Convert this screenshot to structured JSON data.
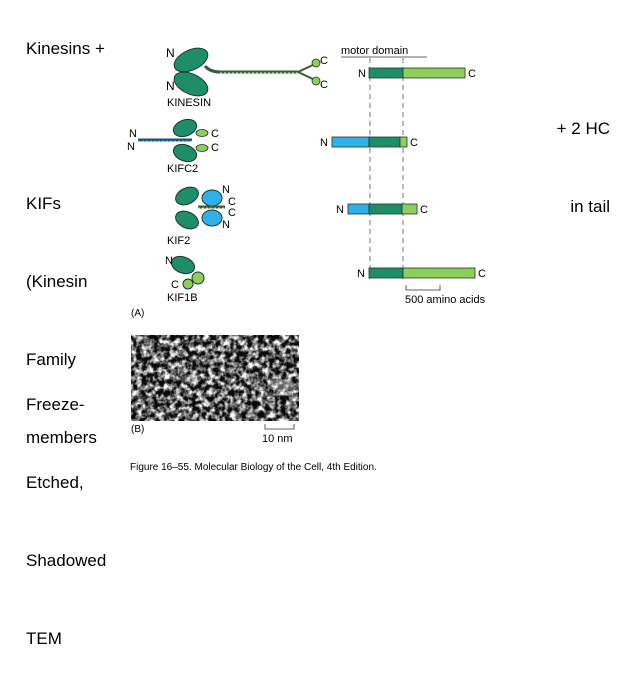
{
  "slide": {
    "kinesins_text": "Kinesins +",
    "kifs_lines": [
      "KIFs",
      "(Kinesin",
      "Family",
      "members"
    ],
    "hc_lines": [
      "+ 2 HC",
      "in tail"
    ],
    "tem_lines": [
      "Freeze-",
      "Etched,",
      "Shadowed",
      "TEM"
    ]
  },
  "figure": {
    "caption": "Figure 16–55. Molecular Biology of the Cell, 4th Edition.",
    "panel_a": "(A)",
    "panel_b": "(B)",
    "motor_domain_label": "motor domain",
    "scale_amino": "500 amino acids",
    "scale_nm": "10 nm",
    "proteins": [
      {
        "name": "KINESIN"
      },
      {
        "name": "KIFC2"
      },
      {
        "name": "KIF2"
      },
      {
        "name": "KIF1B"
      }
    ],
    "terminal_n": "N",
    "terminal_c": "C",
    "colors": {
      "motor": "#1e8e6a",
      "motor_light": "#8fce5a",
      "blue": "#2fb0e8",
      "stalk": "#3a5a40",
      "outline": "#1a3a2a"
    }
  }
}
